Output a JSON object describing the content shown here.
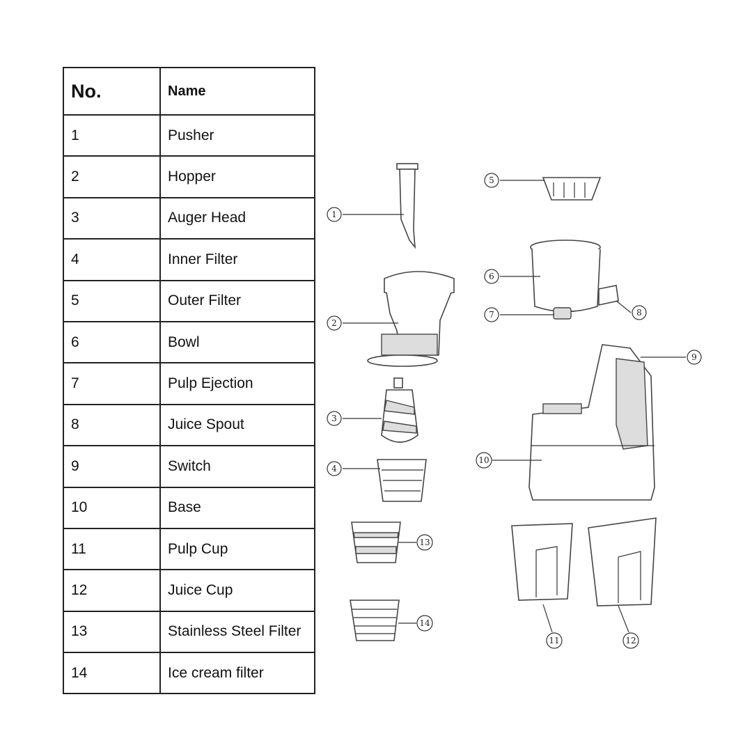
{
  "table": {
    "headers": {
      "no": "No.",
      "name": "Name"
    },
    "rows": [
      {
        "no": "1",
        "name": "Pusher"
      },
      {
        "no": "2",
        "name": "Hopper"
      },
      {
        "no": "3",
        "name": "Auger Head"
      },
      {
        "no": "4",
        "name": "Inner Filter"
      },
      {
        "no": "5",
        "name": "Outer Filter"
      },
      {
        "no": "6",
        "name": "Bowl"
      },
      {
        "no": "7",
        "name": "Pulp Ejection"
      },
      {
        "no": "8",
        "name": "Juice Spout"
      },
      {
        "no": "9",
        "name": "Switch"
      },
      {
        "no": "10",
        "name": "Base"
      },
      {
        "no": "11",
        "name": "Pulp Cup"
      },
      {
        "no": "12",
        "name": "Juice Cup"
      },
      {
        "no": "13",
        "name": "Stainless Steel Filter"
      },
      {
        "no": "14",
        "name": "Ice cream filter"
      }
    ]
  },
  "diagram": {
    "callouts": [
      "1",
      "2",
      "3",
      "4",
      "5",
      "6",
      "7",
      "8",
      "9",
      "10",
      "11",
      "12",
      "13",
      "14"
    ]
  }
}
